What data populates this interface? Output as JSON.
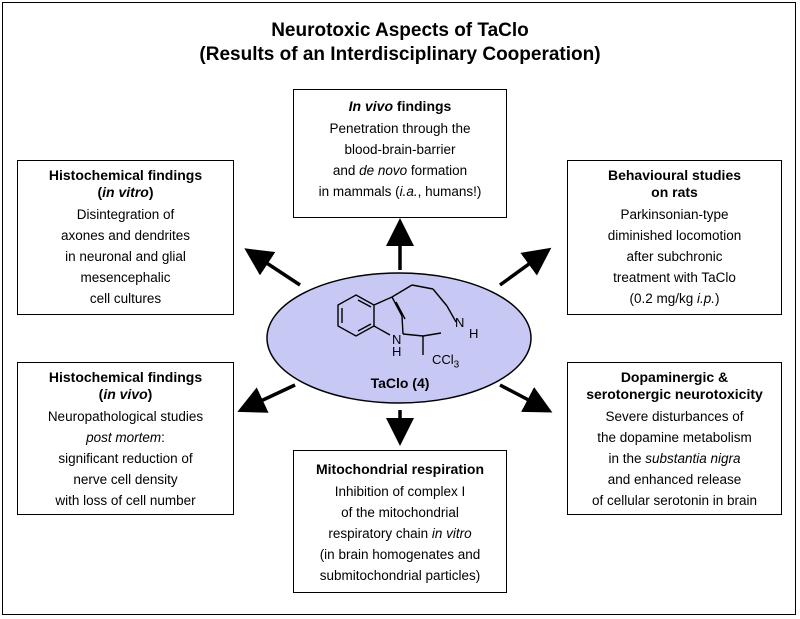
{
  "title": {
    "line1": "Neurotoxic Aspects of TaClo",
    "line2": "(Results of an Interdisciplinary Cooperation)"
  },
  "center": {
    "label": "TaClo (4)",
    "atoms": {
      "nh_ring": "H",
      "n_ring": "N",
      "nh_right_n": "N",
      "nh_right_h": "H",
      "ccl": "CCl",
      "sub3": "3"
    }
  },
  "boxes": {
    "in_vivo": {
      "heading_italic": "In vivo",
      "heading_rest": " findings",
      "line1": "Penetration through the",
      "line2": "blood-brain-barrier",
      "line3_pre": "and ",
      "line3_italic": "de novo",
      "line3_post": " formation",
      "line4_pre": "in mammals (",
      "line4_italic": "i.a.",
      "line4_post": ", humans!)"
    },
    "histo_vitro": {
      "heading1": "Histochemical findings",
      "heading2_pre": "(",
      "heading2_italic": "in vitro",
      "heading2_post": ")",
      "lines": [
        "Disintegration of",
        "axones and dendrites",
        "in neuronal and glial",
        "mesencephalic",
        "cell cultures"
      ]
    },
    "behaviour": {
      "heading1": "Behavioural studies",
      "heading2": "on rats",
      "line1": "Parkinsonian-type",
      "line2": "diminished locomotion",
      "line3": "after subchronic",
      "line4": "treatment with TaClo",
      "line5_pre": "(0.2 mg/kg ",
      "line5_italic": "i.p.",
      "line5_post": ")"
    },
    "histo_vivo": {
      "heading1": "Histochemical findings",
      "heading2_pre": "(",
      "heading2_italic": "in vivo",
      "heading2_post": ")",
      "line1": "Neuropathological studies",
      "line2_italic": "post mortem",
      "line2_post": ":",
      "line3": "significant reduction of",
      "line4": "nerve cell density",
      "line5": "with loss of cell number"
    },
    "dopamine": {
      "heading1": "Dopaminergic &",
      "heading2": "serotonergic neurotoxicity",
      "line1": "Severe disturbances of",
      "line2": "the dopamine metabolism",
      "line3_pre": "in the ",
      "line3_italic": "substantia nigra",
      "line4": "and enhanced release",
      "line5": "of cellular serotonin in brain"
    },
    "mito": {
      "heading": "Mitochondrial respiration",
      "line1": "Inhibition of complex I",
      "line2": "of the mitochondrial",
      "line3_pre": "respiratory chain ",
      "line3_italic": "in vitro",
      "line4": "(in brain homogenates and",
      "line5": "submitochondrial particles)"
    }
  },
  "colors": {
    "ellipse_fill": "#c8c8f4",
    "ellipse_stroke": "#000000",
    "arrow": "#000000"
  }
}
